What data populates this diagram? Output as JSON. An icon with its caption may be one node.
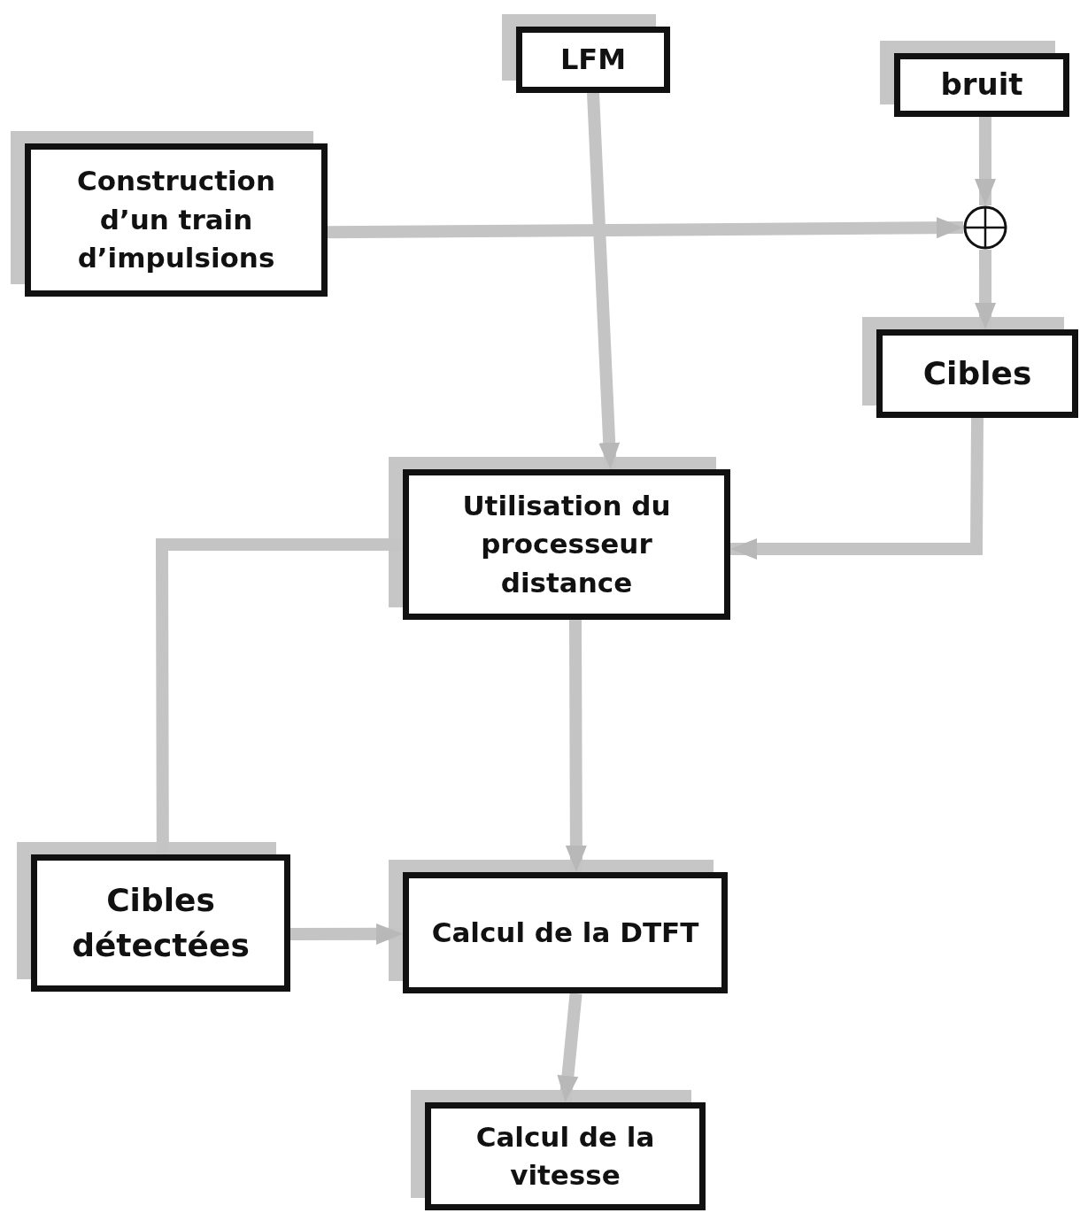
{
  "diagram": {
    "nodes": [
      {
        "text": [
          "LFM"
        ]
      },
      {
        "text": [
          "bruit"
        ]
      },
      {
        "text": [
          "Construction d’un train d’impulsions"
        ]
      },
      {
        "text": [],
        "shape": "circle"
      },
      {
        "text": [
          "Cibles"
        ]
      },
      {
        "text": [
          "Utilisation du processeur distance"
        ]
      },
      {
        "text": [
          "Cibles détectées"
        ]
      },
      {
        "text": [
          "Calcul de la DTFT"
        ]
      },
      {
        "text": [
          "Calcul de la vitesse"
        ]
      }
    ],
    "edges": [
      {
        "from": 2,
        "to": 3,
        "arrow": "to"
      },
      {
        "from": 0,
        "to": 5,
        "arrow": "to"
      },
      {
        "from": 1,
        "to": 3,
        "arrow": "to"
      },
      {
        "from": 3,
        "to": 4,
        "arrow": "to"
      },
      {
        "from": 4,
        "to": 5,
        "arrow": "to"
      },
      {
        "from": 5,
        "to": 6,
        "arrow": "none"
      },
      {
        "from": 5,
        "to": 7,
        "arrow": "to"
      },
      {
        "from": 6,
        "to": 7,
        "arrow": "to"
      },
      {
        "from": 7,
        "to": 8,
        "arrow": "to"
      }
    ]
  }
}
